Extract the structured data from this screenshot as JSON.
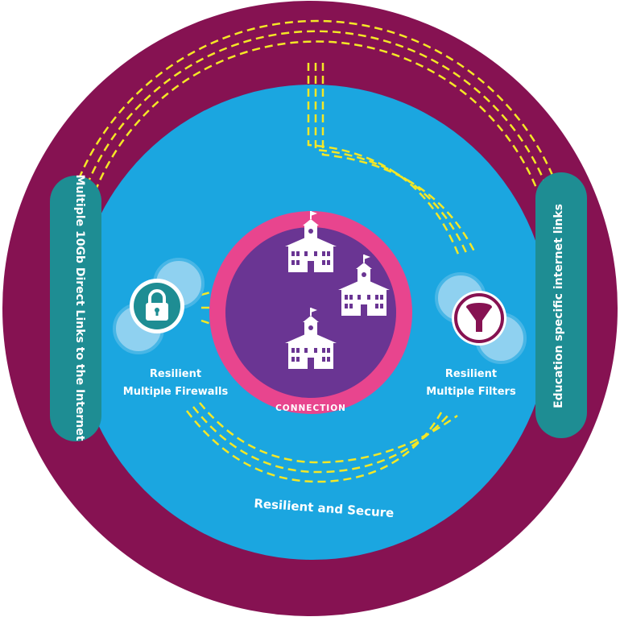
{
  "diagram": {
    "left_pill_label": "Multiple 10Gb Direct Links to the Internet",
    "right_pill_label": "Education specific internet links",
    "firewalls_label": [
      "Resilient",
      "Multiple Firewalls"
    ],
    "filters_label": [
      "Resilient",
      "Multiple Filters"
    ],
    "center_label": "CONNECTION",
    "bottom_label": "Resilient and Secure",
    "buildings": [
      "school-building-icon",
      "school-building-icon",
      "school-building-icon"
    ],
    "icons": {
      "firewall": "padlock-icon",
      "filter": "funnel-icon"
    },
    "colors": {
      "outer_ring": "#861252",
      "inner_field": "#1ba6e0",
      "pink_ring": "#e8458e",
      "purple_core": "#6a3593",
      "pill": "#1e8d93",
      "dashed_line": "#f4e726",
      "filter_icon_ring": "#861252",
      "lock_icon_fill": "#1e8d93"
    }
  }
}
